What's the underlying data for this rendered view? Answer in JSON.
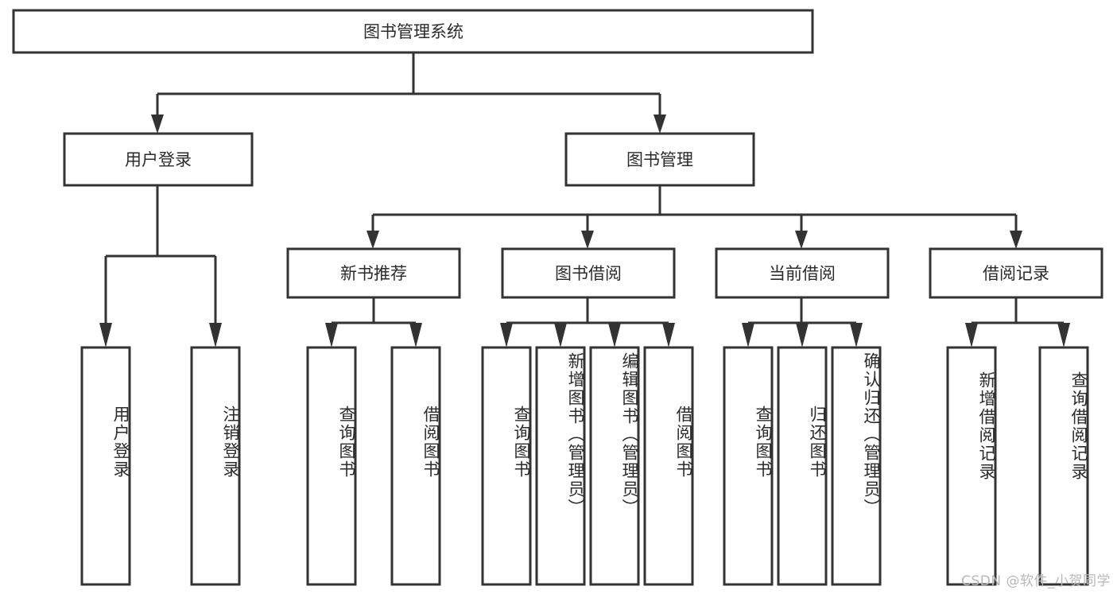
{
  "diagram": {
    "title": "图书管理系统",
    "type": "hierarchy-tree",
    "watermark": "CSDN @软件_小贺同学",
    "colors": {
      "box_stroke": "#333333",
      "box_fill": "#ffffff",
      "text": "#2b2b2b",
      "background": "#ffffff",
      "watermark": "#b9b9b9"
    },
    "root": {
      "label": "图书管理系统"
    },
    "level2": [
      {
        "label": "用户登录"
      },
      {
        "label": "图书管理"
      }
    ],
    "level3": [
      {
        "label": "新书推荐"
      },
      {
        "label": "图书借阅"
      },
      {
        "label": "当前借阅"
      },
      {
        "label": "借阅记录"
      }
    ],
    "leaves": {
      "user_login": [
        {
          "label": "用户登录"
        },
        {
          "label": "注销登录"
        }
      ],
      "new_book_recommend": [
        {
          "label": "查询图书"
        },
        {
          "label": "借阅图书"
        }
      ],
      "book_borrow": [
        {
          "label": "查询图书"
        },
        {
          "label": "新增图书（管理员）"
        },
        {
          "label": "编辑图书（管理员）"
        },
        {
          "label": "借阅图书"
        }
      ],
      "current_borrow": [
        {
          "label": "查询图书"
        },
        {
          "label": "归还图书"
        },
        {
          "label": "确认归还（管理员）"
        }
      ],
      "borrow_record": [
        {
          "label": "新增借阅记录"
        },
        {
          "label": "查询借阅记录"
        }
      ]
    }
  }
}
